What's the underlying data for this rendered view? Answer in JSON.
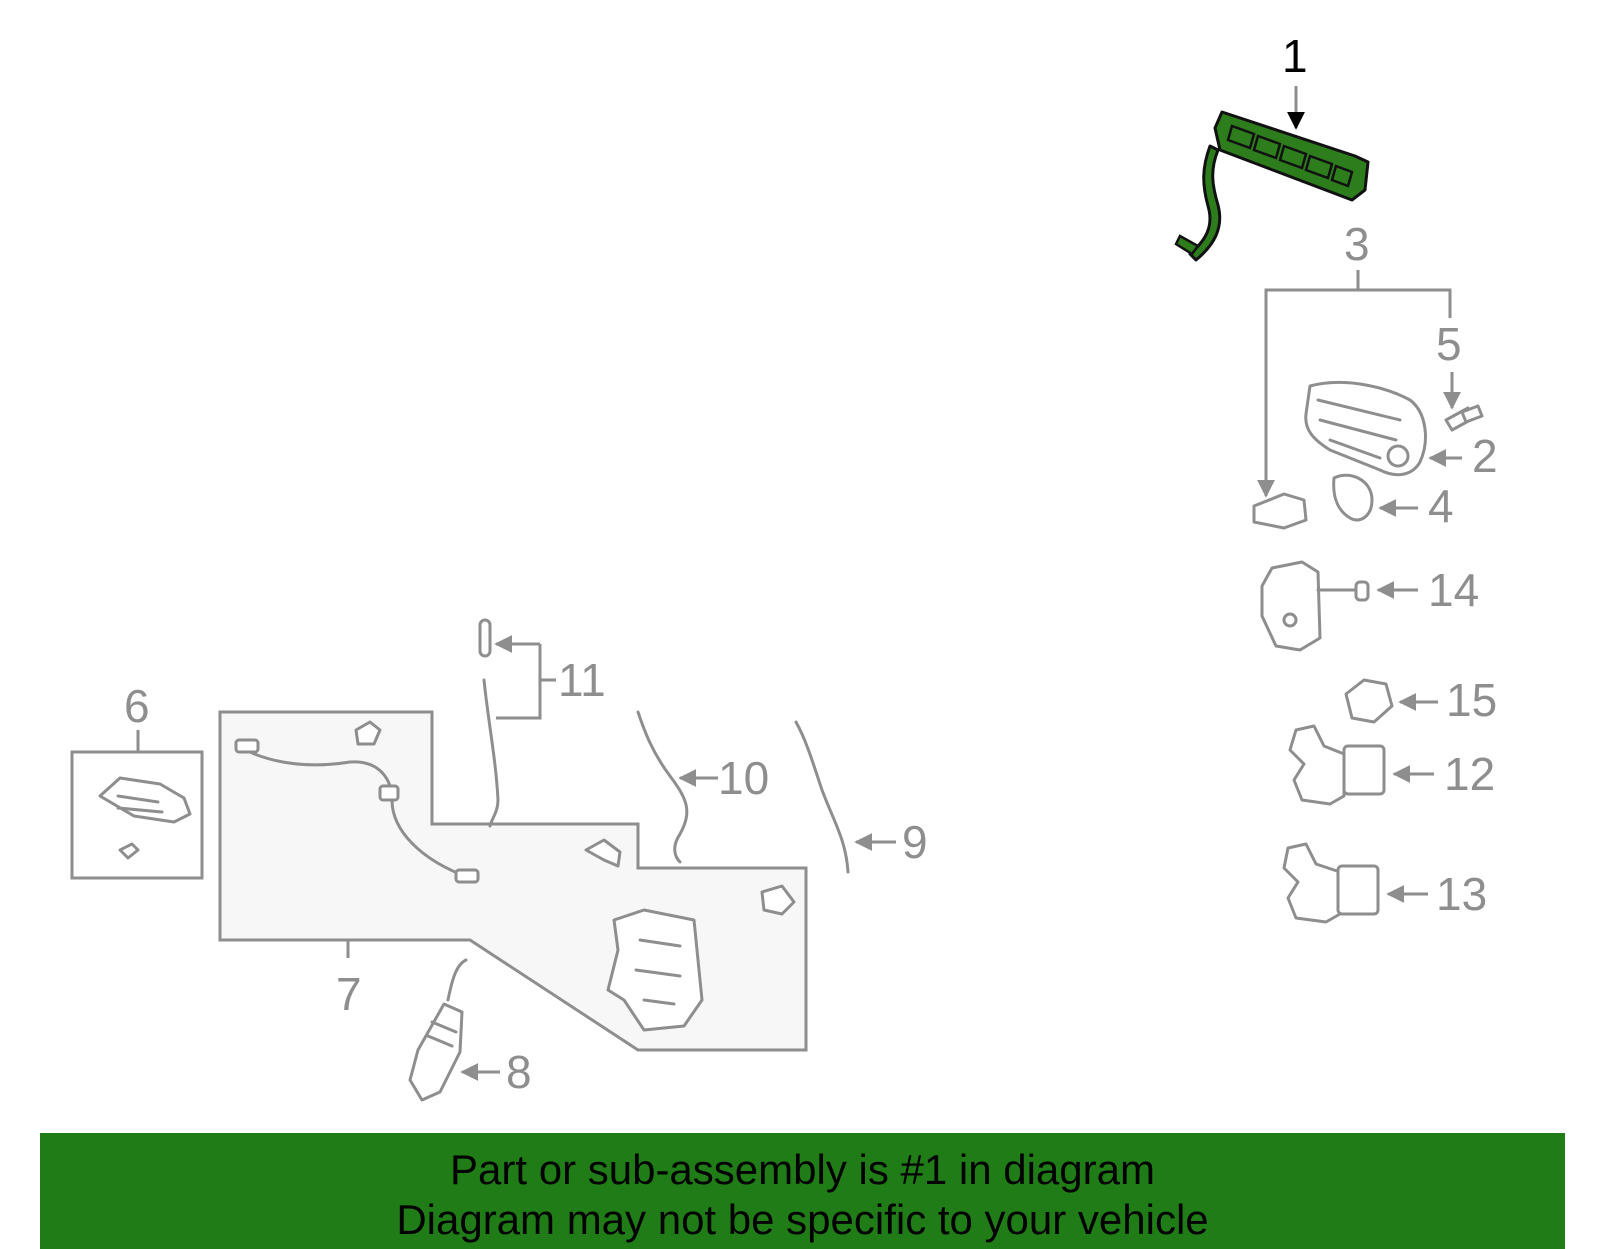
{
  "diagram": {
    "highlighted_part": "1",
    "callouts": [
      "1",
      "2",
      "3",
      "4",
      "5",
      "6",
      "7",
      "8",
      "9",
      "10",
      "11",
      "12",
      "13",
      "14",
      "15"
    ],
    "colors": {
      "highlight_fill": "#2e7d1d",
      "line_gray": "#8e8e8e",
      "banner_bg": "#207c16",
      "background": "#ffffff"
    }
  },
  "banner": {
    "line1": "Part or sub-assembly is #1 in diagram",
    "line2": "Diagram may not be specific to your vehicle"
  }
}
